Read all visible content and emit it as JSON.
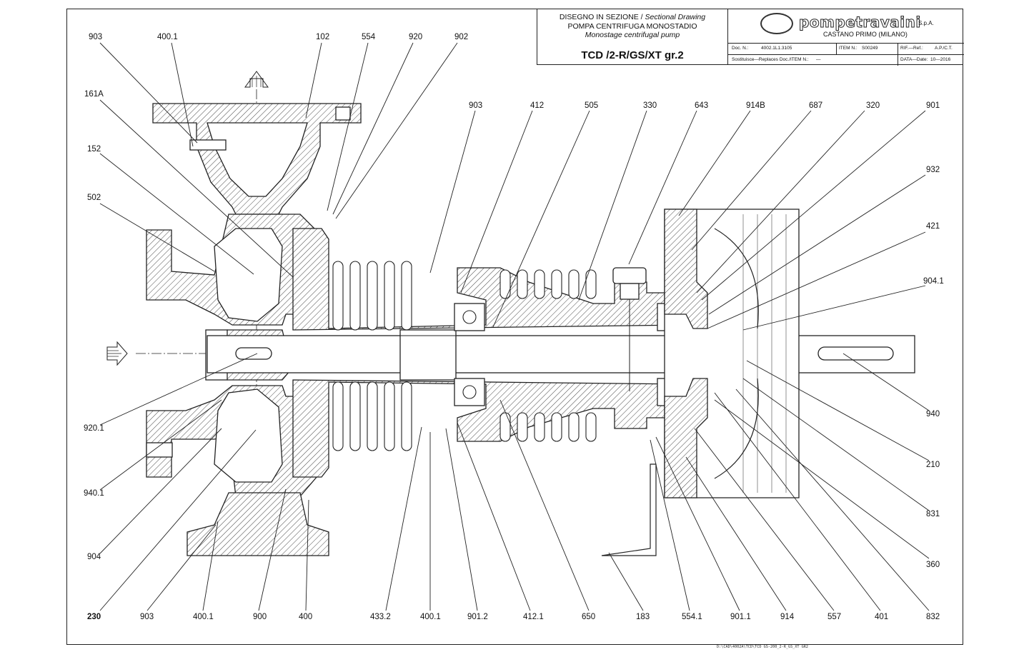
{
  "title_block": {
    "drawing_it": "DISEGNO IN SEZIONE /",
    "drawing_en": "Sectional Drawing",
    "pump_it": "POMPA CENTRIFUGA MONOSTADIO",
    "pump_en": "Monostage centrifugal pump",
    "model": "TCD /2-R/GS/XT gr.2",
    "brand": "pompetravaini",
    "brand_suffix": "S.p.A.",
    "location": "CASTANO PRIMO  (MILANO)",
    "doc_label": "Doc. N.:",
    "doc_value": "4002.1L1.3105",
    "item_label": "ITEM N.:",
    "item_value": "S00249",
    "ref_label": "RIF.—Ref.:",
    "ref_value": "A.P./C.T.",
    "replaces_label": "Sostituisce—Replaces Doc./ITEM N.:",
    "replaces_value": "—",
    "date_label": "DATA—Date:",
    "date_value": "10—2016"
  },
  "file_path": "D:\\CAD\\4002A\\TCD\\TCD GS-200_2-R_GS_XT GR2",
  "labels": {
    "l_903a": "903",
    "l_4001a": "400.1",
    "l_102": "102",
    "l_554": "554",
    "l_920": "920",
    "l_902": "902",
    "l_161a": "161A",
    "l_152": "152",
    "l_502": "502",
    "l_9201": "920.1",
    "l_9401": "940.1",
    "l_904": "904",
    "l_230": "230",
    "l_903b": "903",
    "l_4001b": "400.1",
    "l_900": "900",
    "l_400": "400",
    "l_4332": "433.2",
    "l_4001c": "400.1",
    "l_9012": "901.2",
    "l_4121": "412.1",
    "l_650": "650",
    "l_183": "183",
    "l_5541": "554.1",
    "l_9011": "901.1",
    "l_914": "914",
    "l_557": "557",
    "l_401": "401",
    "l_832": "832",
    "l_903c": "903",
    "l_412": "412",
    "l_505": "505",
    "l_330": "330",
    "l_643": "643",
    "l_914b": "914B",
    "l_687": "687",
    "l_320": "320",
    "l_901": "901",
    "l_932": "932",
    "l_421": "421",
    "l_9041": "904.1",
    "l_940": "940",
    "l_210": "210",
    "l_831": "831",
    "l_360": "360"
  }
}
